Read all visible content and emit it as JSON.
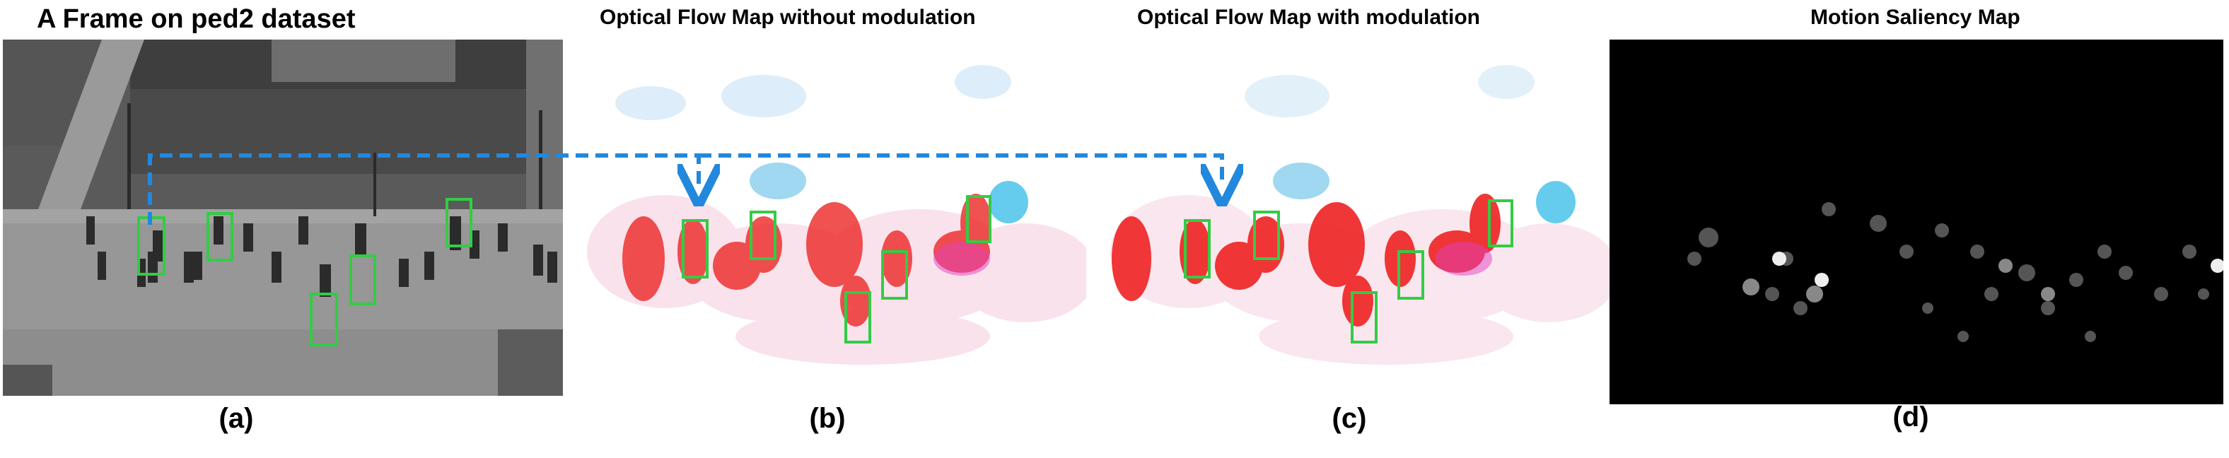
{
  "titles": {
    "a": "A Frame on ped2 dataset",
    "b": "Optical Flow Map without modulation",
    "c": "Optical Flow Map with modulation",
    "d": "Motion Saliency Map"
  },
  "captions": {
    "a": "(a)",
    "b": "(b)",
    "c": "(c)",
    "d": "(d)"
  },
  "colors": {
    "box": "#33cc44",
    "arrow": "#2288dd",
    "flow_red": "#ee3333",
    "flow_pink": "#f7a8c8",
    "flow_cyan": "#66ccee"
  }
}
